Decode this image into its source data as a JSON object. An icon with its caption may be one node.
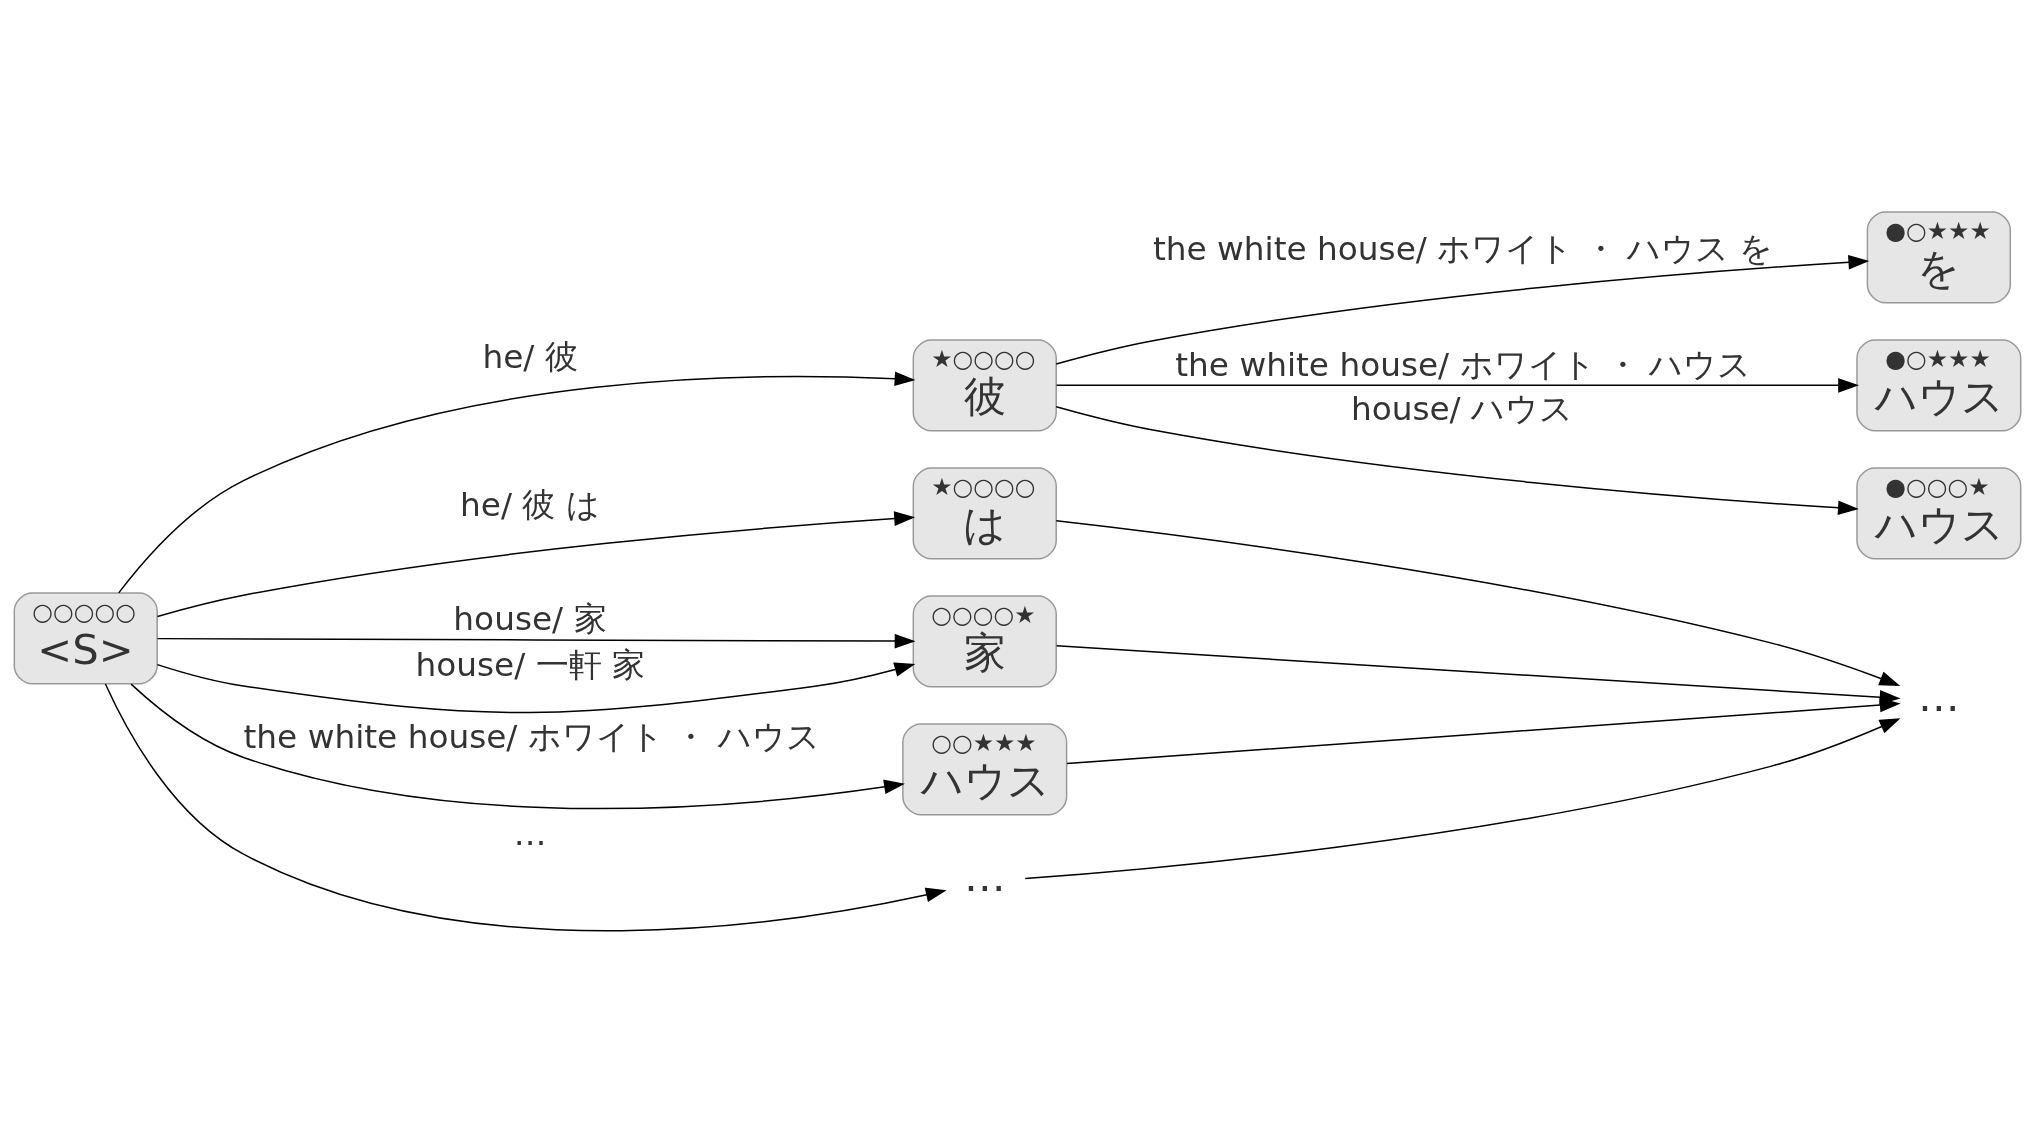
{
  "diagram": {
    "nodes": [
      {
        "text": [
          "○○○○○",
          "<S>"
        ]
      },
      {
        "text": [
          "★○○○○",
          "彼"
        ]
      },
      {
        "text": [
          "★○○○○",
          "は"
        ]
      },
      {
        "text": [
          "○○○○★",
          "家"
        ]
      },
      {
        "text": [
          "○○★★★",
          "ハウス"
        ]
      },
      {
        "text": [
          "…"
        ]
      },
      {
        "text": [
          "●○★★★",
          "を"
        ]
      },
      {
        "text": [
          "●○★★★",
          "ハウス"
        ]
      },
      {
        "text": [
          "●○○○★",
          "ハウス"
        ]
      },
      {
        "text": [
          "…"
        ]
      }
    ],
    "edges": [
      {
        "from": 0,
        "to": 1,
        "arrow": "to",
        "label": "he/ 彼"
      },
      {
        "from": 0,
        "to": 2,
        "arrow": "to",
        "label": "he/ 彼 は"
      },
      {
        "from": 0,
        "to": 3,
        "arrow": "to",
        "label": "house/ 家"
      },
      {
        "from": 0,
        "to": 3,
        "arrow": "to",
        "label": "house/ 一軒 家"
      },
      {
        "from": 0,
        "to": 4,
        "arrow": "to",
        "label": "the white house/ ホワイト ・ ハウス"
      },
      {
        "from": 0,
        "to": 5,
        "arrow": "to",
        "label": "…"
      },
      {
        "from": 1,
        "to": 6,
        "arrow": "to",
        "label": "the white house/ ホワイト ・ ハウス を"
      },
      {
        "from": 1,
        "to": 7,
        "arrow": "to",
        "label": "the white house/ ホワイト ・ ハウス"
      },
      {
        "from": 1,
        "to": 8,
        "arrow": "to",
        "label": "house/ ハウス"
      },
      {
        "from": 2,
        "to": 9,
        "arrow": "to"
      },
      {
        "from": 3,
        "to": 9,
        "arrow": "to"
      },
      {
        "from": 4,
        "to": 9,
        "arrow": "to"
      },
      {
        "from": 5,
        "to": 9,
        "arrow": "to"
      }
    ]
  }
}
